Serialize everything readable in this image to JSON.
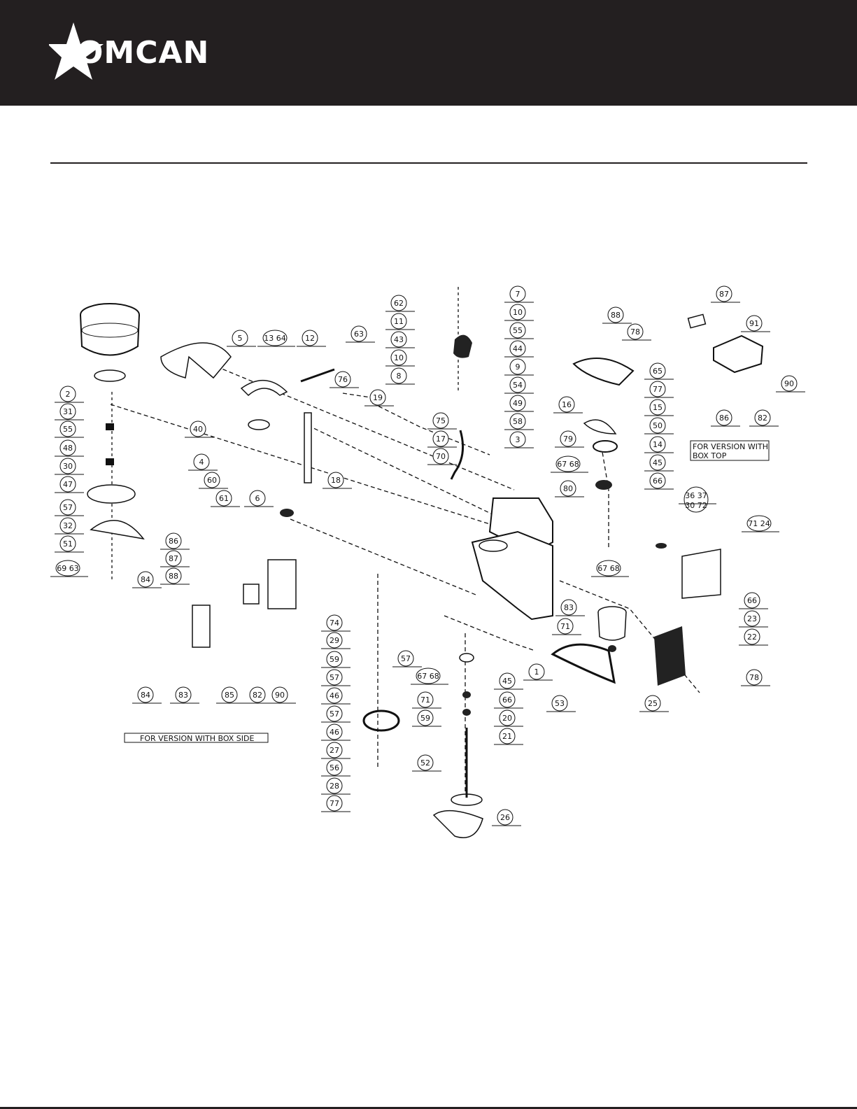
{
  "brand": {
    "logo_text": "OMCAN"
  },
  "labels": {
    "box_top": [
      "FOR VERSION WITH",
      "BOX TOP"
    ],
    "box_side": "FOR VERSION WITH BOX SIDE"
  },
  "callouts": [
    {
      "id": "c-2",
      "text": "2"
    },
    {
      "id": "c-31",
      "text": "31"
    },
    {
      "id": "c-55a",
      "text": "55"
    },
    {
      "id": "c-48",
      "text": "48"
    },
    {
      "id": "c-30",
      "text": "30"
    },
    {
      "id": "c-47",
      "text": "47"
    },
    {
      "id": "c-57a",
      "text": "57"
    },
    {
      "id": "c-32",
      "text": "32"
    },
    {
      "id": "c-51",
      "text": "51"
    },
    {
      "id": "c-69-63",
      "text": "69  63"
    },
    {
      "id": "c-5",
      "text": "5"
    },
    {
      "id": "c-13-64",
      "text": "13  64"
    },
    {
      "id": "c-12",
      "text": "12"
    },
    {
      "id": "c-63",
      "text": "63"
    },
    {
      "id": "c-40",
      "text": "40"
    },
    {
      "id": "c-4",
      "text": "4"
    },
    {
      "id": "c-60",
      "text": "60"
    },
    {
      "id": "c-61",
      "text": "61"
    },
    {
      "id": "c-6",
      "text": "6"
    },
    {
      "id": "c-76",
      "text": "76"
    },
    {
      "id": "c-19",
      "text": "19"
    },
    {
      "id": "c-18",
      "text": "18"
    },
    {
      "id": "c-75",
      "text": "75"
    },
    {
      "id": "c-17",
      "text": "17"
    },
    {
      "id": "c-70",
      "text": "70"
    },
    {
      "id": "c-62",
      "text": "62"
    },
    {
      "id": "c-11",
      "text": "11"
    },
    {
      "id": "c-43",
      "text": "43"
    },
    {
      "id": "c-10a",
      "text": "10"
    },
    {
      "id": "c-8",
      "text": "8"
    },
    {
      "id": "c-7",
      "text": "7"
    },
    {
      "id": "c-10b",
      "text": "10"
    },
    {
      "id": "c-55b",
      "text": "55"
    },
    {
      "id": "c-44",
      "text": "44"
    },
    {
      "id": "c-9",
      "text": "9"
    },
    {
      "id": "c-54",
      "text": "54"
    },
    {
      "id": "c-49",
      "text": "49"
    },
    {
      "id": "c-58",
      "text": "58"
    },
    {
      "id": "c-3",
      "text": "3"
    },
    {
      "id": "c-88a",
      "text": "88"
    },
    {
      "id": "c-78a",
      "text": "78"
    },
    {
      "id": "c-87a",
      "text": "87"
    },
    {
      "id": "c-91",
      "text": "91"
    },
    {
      "id": "c-90a",
      "text": "90"
    },
    {
      "id": "c-65",
      "text": "65"
    },
    {
      "id": "c-77a",
      "text": "77"
    },
    {
      "id": "c-15",
      "text": "15"
    },
    {
      "id": "c-16",
      "text": "16"
    },
    {
      "id": "c-50",
      "text": "50"
    },
    {
      "id": "c-14",
      "text": "14"
    },
    {
      "id": "c-45a",
      "text": "45"
    },
    {
      "id": "c-66a",
      "text": "66"
    },
    {
      "id": "c-86a",
      "text": "86"
    },
    {
      "id": "c-82a",
      "text": "82"
    },
    {
      "id": "c-79",
      "text": "79"
    },
    {
      "id": "c-67-68a",
      "text": "67  68"
    },
    {
      "id": "c-80",
      "text": "80"
    },
    {
      "id": "c-86b",
      "text": "86"
    },
    {
      "id": "c-87b",
      "text": "87"
    },
    {
      "id": "c-88b",
      "text": "88"
    },
    {
      "id": "c-84a",
      "text": "84"
    },
    {
      "id": "c-67-68b",
      "text": "67  68"
    },
    {
      "id": "c-66b",
      "text": "66"
    },
    {
      "id": "c-23",
      "text": "23"
    },
    {
      "id": "c-22",
      "text": "22"
    },
    {
      "id": "c-83a",
      "text": "83"
    },
    {
      "id": "c-71a",
      "text": "71"
    },
    {
      "id": "c-74",
      "text": "74"
    },
    {
      "id": "c-29",
      "text": "29"
    },
    {
      "id": "c-59a",
      "text": "59"
    },
    {
      "id": "c-57b",
      "text": "57"
    },
    {
      "id": "c-46a",
      "text": "46"
    },
    {
      "id": "c-57c",
      "text": "57"
    },
    {
      "id": "c-46b",
      "text": "46"
    },
    {
      "id": "c-27",
      "text": "27"
    },
    {
      "id": "c-56",
      "text": "56"
    },
    {
      "id": "c-28",
      "text": "28"
    },
    {
      "id": "c-77b",
      "text": "77"
    },
    {
      "id": "c-57d",
      "text": "57"
    },
    {
      "id": "c-67-68c",
      "text": "67  68"
    },
    {
      "id": "c-71b",
      "text": "71"
    },
    {
      "id": "c-59b",
      "text": "59"
    },
    {
      "id": "c-45b",
      "text": "45"
    },
    {
      "id": "c-66c",
      "text": "66"
    },
    {
      "id": "c-20",
      "text": "20"
    },
    {
      "id": "c-21",
      "text": "21"
    },
    {
      "id": "c-1",
      "text": "1"
    },
    {
      "id": "c-53",
      "text": "53"
    },
    {
      "id": "c-25",
      "text": "25"
    },
    {
      "id": "c-78b",
      "text": "78"
    },
    {
      "id": "c-52",
      "text": "52"
    },
    {
      "id": "c-26",
      "text": "26"
    },
    {
      "id": "c-84b",
      "text": "84"
    },
    {
      "id": "c-83b",
      "text": "83"
    },
    {
      "id": "c-85",
      "text": "85"
    },
    {
      "id": "c-82b",
      "text": "82"
    },
    {
      "id": "c-90b",
      "text": "90"
    },
    {
      "id": "c-71-24",
      "text": "71  24"
    },
    {
      "id": "c-36-37",
      "text": "36  37"
    },
    {
      "id": "c-30-72",
      "text": "30  72"
    }
  ]
}
